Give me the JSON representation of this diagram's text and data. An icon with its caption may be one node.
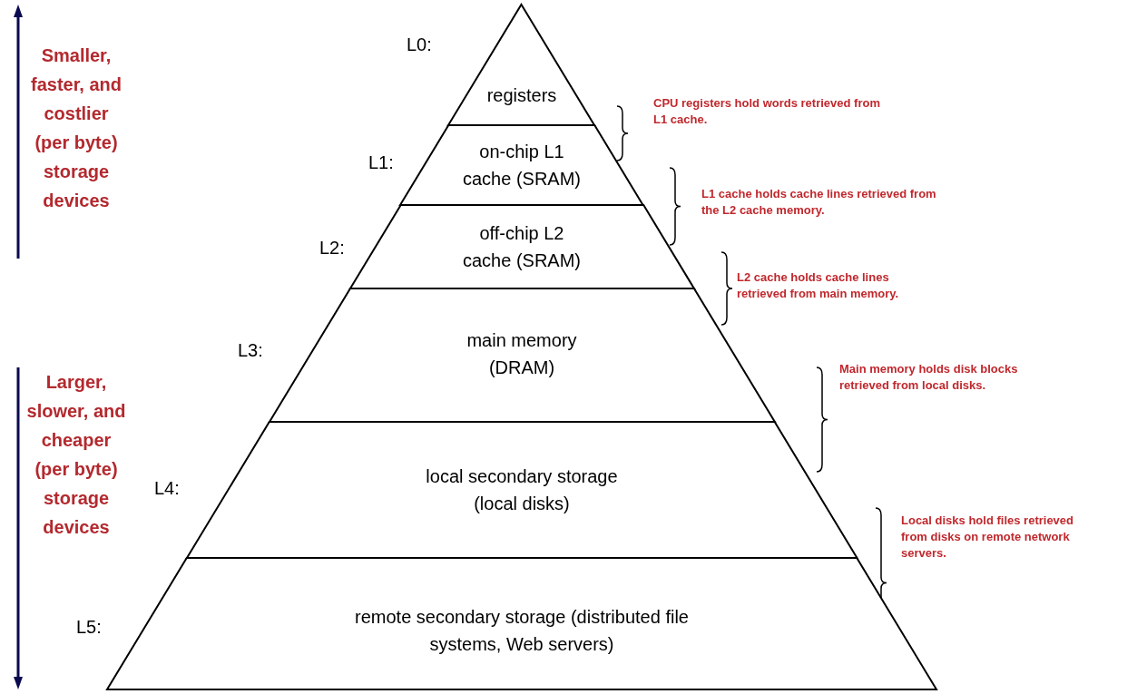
{
  "diagram": {
    "nodes": [
      {
        "text": [
          "registers"
        ],
        "beside": [
          "L0:"
        ]
      },
      {
        "text": [
          "on-chip L1 cache (SRAM)"
        ],
        "beside": [
          "L1:"
        ]
      },
      {
        "text": [
          "off-chip L2 cache (SRAM)"
        ],
        "beside": [
          "L2:"
        ]
      },
      {
        "text": [
          "main memory (DRAM)"
        ],
        "beside": [
          "L3:"
        ]
      },
      {
        "text": [
          "local secondary storage (local disks)"
        ],
        "beside": [
          "L4:"
        ]
      },
      {
        "text": [
          "remote secondary storage (distributed file systems, Web servers)"
        ],
        "beside": [
          "L5:"
        ]
      }
    ],
    "labels": [
      "Smaller, faster, and costlier (per byte) storage devices",
      "CPU registers hold words retrieved from L1 cache.",
      "L1 cache holds cache lines retrieved from the L2 cache memory.",
      "L2 cache holds cache lines retrieved from main memory.",
      "Larger, slower, and cheaper (per byte) storage devices",
      "Main memory holds disk blocks retrieved from local disks.",
      "Local disks hold files retrieved from disks on remote network servers."
    ]
  }
}
